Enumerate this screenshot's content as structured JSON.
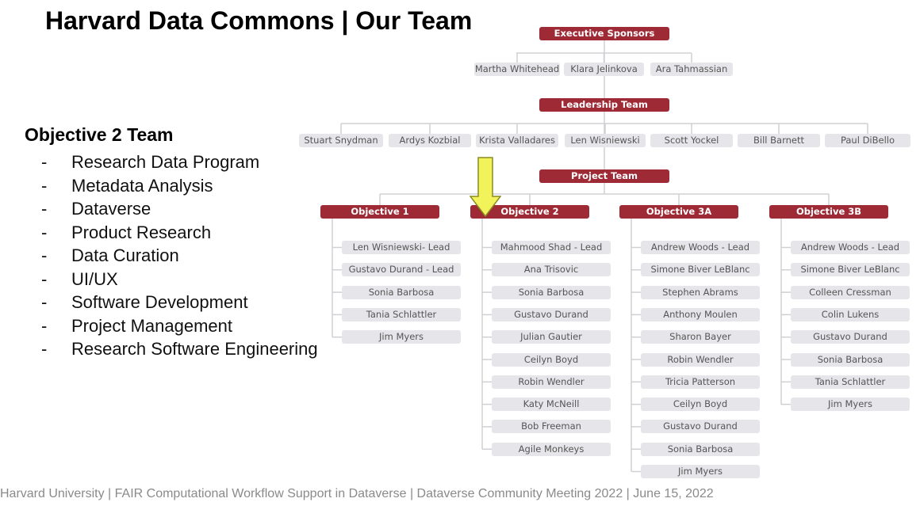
{
  "title": "Harvard Data Commons | Our Team",
  "objective_heading": "Objective 2 Team",
  "objective_items": [
    "Research Data Program",
    "Metadata Analysis",
    "Dataverse",
    "Product Research",
    "Data Curation",
    "UI/UX",
    "Software Development",
    "Project Management",
    "Research Software Engineering"
  ],
  "bullet_marker": "-",
  "footer": "Harvard University | FAIR Computational Workflow Support in Dataverse | Dataverse Community Meeting 2022 | June 15, 2022",
  "colors": {
    "header": "#9e2a36",
    "node": "#e6e6ea",
    "line": "#d0d0d4",
    "arrow_fill": "#f2f25a",
    "arrow_stroke": "#8a8a20"
  },
  "org": {
    "executive": {
      "label": "Executive Sponsors",
      "members": [
        "Martha Whitehead",
        "Klara Jelinkova",
        "Ara Tahmassian"
      ]
    },
    "leadership": {
      "label": "Leadership Team",
      "members": [
        "Stuart Snydman",
        "Ardys Kozbial",
        "Krista Valladares",
        "Len Wisniewski",
        "Scott Yockel",
        "Bill Barnett",
        "Paul DiBello"
      ]
    },
    "project": {
      "label": "Project Team"
    },
    "objectives": [
      {
        "label": "Objective 1",
        "members": [
          "Len Wisniewski- Lead",
          "Gustavo Durand - Lead",
          "Sonia Barbosa",
          "Tania Schlattler",
          "Jim Myers"
        ]
      },
      {
        "label": "Objective 2",
        "members": [
          "Mahmood Shad - Lead",
          "Ana Trisovic",
          "Sonia Barbosa",
          "Gustavo Durand",
          "Julian Gautier",
          "Ceilyn Boyd",
          "Robin Wendler",
          "Katy McNeill",
          "Bob Freeman",
          "Agile Monkeys"
        ]
      },
      {
        "label": "Objective 3A",
        "members": [
          "Andrew Woods - Lead",
          "Simone Biver LeBlanc",
          "Stephen Abrams",
          "Anthony Moulen",
          "Sharon Bayer",
          "Robin Wendler",
          "Tricia Patterson",
          "Ceilyn Boyd",
          "Gustavo Durand",
          "Sonia Barbosa",
          "Jim Myers"
        ]
      },
      {
        "label": "Objective 3B",
        "members": [
          "Andrew Woods - Lead",
          "Simone Biver LeBlanc",
          "Colleen Cressman",
          "Colin Lukens",
          "Gustavo Durand",
          "Sonia Barbosa",
          "Tania Schlattler",
          "Jim Myers"
        ]
      }
    ]
  }
}
